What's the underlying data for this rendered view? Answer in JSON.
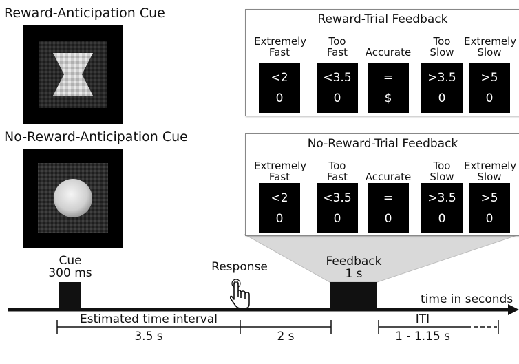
{
  "cues": {
    "reward": {
      "title": "Reward-Anticipation Cue"
    },
    "no_reward": {
      "title": "No-Reward-Anticipation Cue"
    }
  },
  "panels": [
    {
      "title": "Reward-Trial Feedback",
      "categories": [
        {
          "line1": "Extremely",
          "line2": "Fast",
          "top": "<2",
          "bottom": "0"
        },
        {
          "line1": "Too",
          "line2": "Fast",
          "top": "<3.5",
          "bottom": "0"
        },
        {
          "line1": "",
          "line2": "Accurate",
          "top": "=",
          "bottom": "$"
        },
        {
          "line1": "Too",
          "line2": "Slow",
          "top": ">3.5",
          "bottom": "0"
        },
        {
          "line1": "Extremely",
          "line2": "Slow",
          "top": ">5",
          "bottom": "0"
        }
      ]
    },
    {
      "title": "No-Reward-Trial Feedback",
      "categories": [
        {
          "line1": "Extremely",
          "line2": "Fast",
          "top": "<2",
          "bottom": "0"
        },
        {
          "line1": "Too",
          "line2": "Fast",
          "top": "<3.5",
          "bottom": "0"
        },
        {
          "line1": "",
          "line2": "Accurate",
          "top": "=",
          "bottom": "0"
        },
        {
          "line1": "Too",
          "line2": "Slow",
          "top": ">3.5",
          "bottom": "0"
        },
        {
          "line1": "Extremely",
          "line2": "Slow",
          "top": ">5",
          "bottom": "0"
        }
      ]
    }
  ],
  "timeline": {
    "cue_label": "Cue",
    "cue_duration": "300 ms",
    "response_label": "Response",
    "feedback_label": "Feedback",
    "feedback_duration": "1 s",
    "axis_label": "time in seconds",
    "estimated_label": "Estimated time interval",
    "estimated_value": "3.5 s",
    "gap_value": "2 s",
    "iti_label": "ITI",
    "iti_value": "1 - 1.15 s"
  },
  "icons": {
    "response": "hand-pointer-icon"
  }
}
